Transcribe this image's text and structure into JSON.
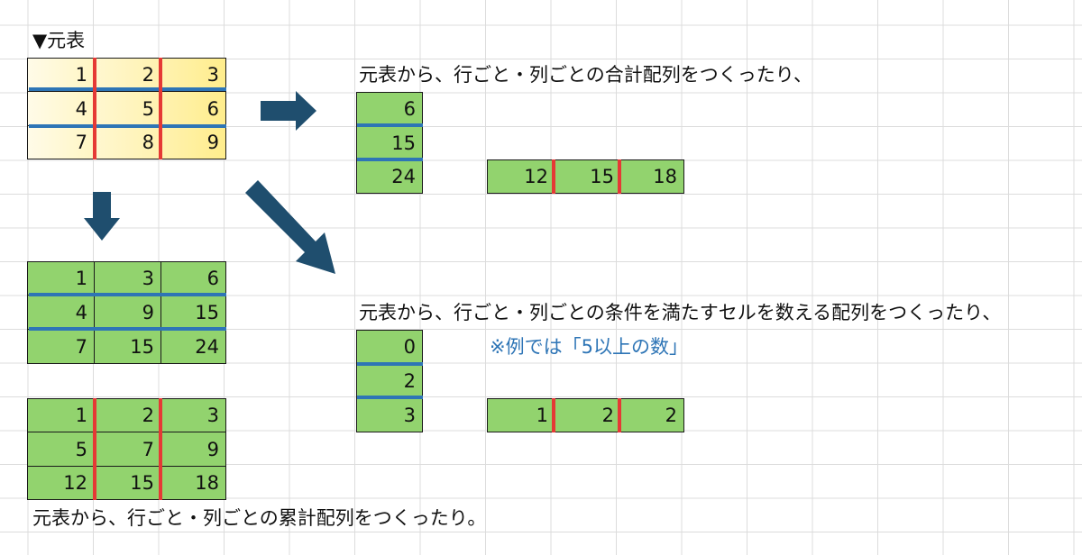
{
  "labels": {
    "source_title": "▼元表",
    "sum_caption": "元表から、行ごと・列ごとの合計配列をつくったり、",
    "count_caption": "元表から、行ごと・列ごとの条件を満たすセルを数える配列をつくったり、",
    "count_note": "※例では「5以上の数」",
    "cumulative_caption": "元表から、行ごと・列ごとの累計配列をつくったり。"
  },
  "source_table": [
    [
      "1",
      "2",
      "3"
    ],
    [
      "4",
      "5",
      "6"
    ],
    [
      "7",
      "8",
      "9"
    ]
  ],
  "row_cumulative_table": [
    [
      "1",
      "3",
      "6"
    ],
    [
      "4",
      "9",
      "15"
    ],
    [
      "7",
      "15",
      "24"
    ]
  ],
  "col_cumulative_table": [
    [
      "1",
      "2",
      "3"
    ],
    [
      "5",
      "7",
      "9"
    ],
    [
      "12",
      "15",
      "18"
    ]
  ],
  "row_sums": [
    "6",
    "15",
    "24"
  ],
  "col_sums": [
    "12",
    "15",
    "18"
  ],
  "row_counts": [
    "0",
    "2",
    "3"
  ],
  "col_counts": [
    "1",
    "2",
    "2"
  ],
  "colors": {
    "source_fill": "#fff2b0",
    "result_fill": "#92d36e",
    "row_separator": "#2e75b6",
    "column_separator": "#e53935",
    "arrow": "#1f4e6e",
    "note_text": "#2e75b6"
  },
  "icons": [
    "arrow-right-icon",
    "arrow-down-icon",
    "arrow-diagonal-icon"
  ]
}
